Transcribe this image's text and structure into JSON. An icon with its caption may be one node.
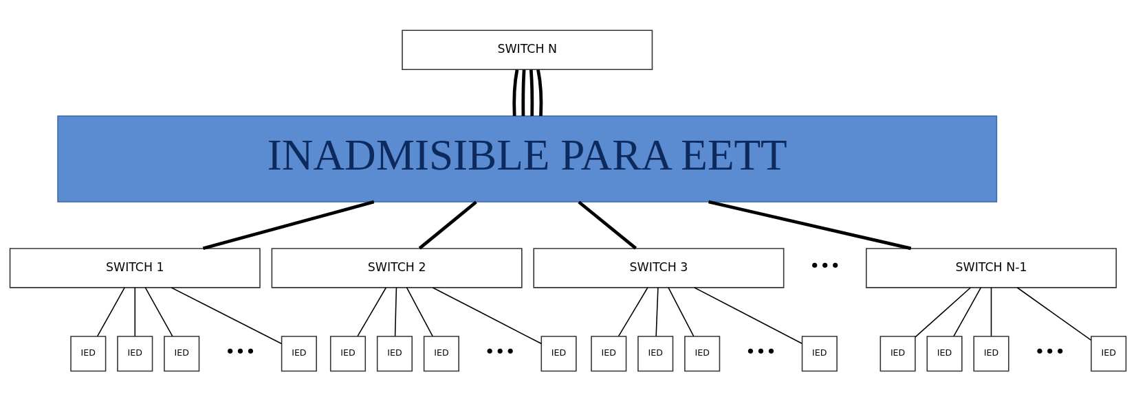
{
  "diagram": {
    "nodes": [
      {
        "text": [
          "SWITCH N"
        ]
      },
      {
        "text": [
          "INADMISIBLE PARA EETT"
        ]
      },
      {
        "text": [
          "SWITCH 1"
        ]
      },
      {
        "text": [
          "SWITCH 2"
        ]
      },
      {
        "text": [
          "SWITCH 3"
        ]
      },
      {
        "text": [
          "SWITCH N-1"
        ]
      },
      {
        "text": [
          "IED"
        ]
      },
      {
        "text": [
          "IED"
        ]
      },
      {
        "text": [
          "IED"
        ]
      },
      {
        "text": [
          "IED"
        ]
      },
      {
        "text": [
          "IED"
        ]
      },
      {
        "text": [
          "IED"
        ]
      },
      {
        "text": [
          "IED"
        ]
      },
      {
        "text": [
          "IED"
        ]
      },
      {
        "text": [
          "IED"
        ]
      },
      {
        "text": [
          "IED"
        ]
      },
      {
        "text": [
          "IED"
        ]
      },
      {
        "text": [
          "IED"
        ]
      },
      {
        "text": [
          "IED"
        ]
      },
      {
        "text": [
          "IED"
        ]
      },
      {
        "text": [
          "IED"
        ]
      },
      {
        "text": [
          "IED"
        ]
      }
    ],
    "edges": [
      {
        "from": 0,
        "to": 1,
        "arrow": "none",
        "style": "thick"
      },
      {
        "from": 0,
        "to": 1,
        "arrow": "none",
        "style": "thick"
      },
      {
        "from": 0,
        "to": 1,
        "arrow": "none",
        "style": "thick"
      },
      {
        "from": 0,
        "to": 1,
        "arrow": "none",
        "style": "thick"
      },
      {
        "from": 1,
        "to": 2,
        "arrow": "none",
        "style": "thick"
      },
      {
        "from": 1,
        "to": 3,
        "arrow": "none",
        "style": "thick"
      },
      {
        "from": 1,
        "to": 4,
        "arrow": "none",
        "style": "thick"
      },
      {
        "from": 1,
        "to": 5,
        "arrow": "none",
        "style": "thick"
      },
      {
        "from": 2,
        "to": 6,
        "arrow": "none"
      },
      {
        "from": 2,
        "to": 7,
        "arrow": "none"
      },
      {
        "from": 2,
        "to": 8,
        "arrow": "none"
      },
      {
        "from": 2,
        "to": 9,
        "arrow": "none"
      },
      {
        "from": 3,
        "to": 10,
        "arrow": "none"
      },
      {
        "from": 3,
        "to": 11,
        "arrow": "none"
      },
      {
        "from": 3,
        "to": 12,
        "arrow": "none"
      },
      {
        "from": 3,
        "to": 13,
        "arrow": "none"
      },
      {
        "from": 4,
        "to": 14,
        "arrow": "none"
      },
      {
        "from": 4,
        "to": 15,
        "arrow": "none"
      },
      {
        "from": 4,
        "to": 16,
        "arrow": "none"
      },
      {
        "from": 4,
        "to": 17,
        "arrow": "none"
      },
      {
        "from": 5,
        "to": 18,
        "arrow": "none"
      },
      {
        "from": 5,
        "to": 19,
        "arrow": "none"
      },
      {
        "from": 5,
        "to": 20,
        "arrow": "none"
      },
      {
        "from": 5,
        "to": 21,
        "arrow": "none"
      }
    ],
    "labels": [
      "•••",
      "•••",
      "•••",
      "•••",
      "•••"
    ]
  }
}
